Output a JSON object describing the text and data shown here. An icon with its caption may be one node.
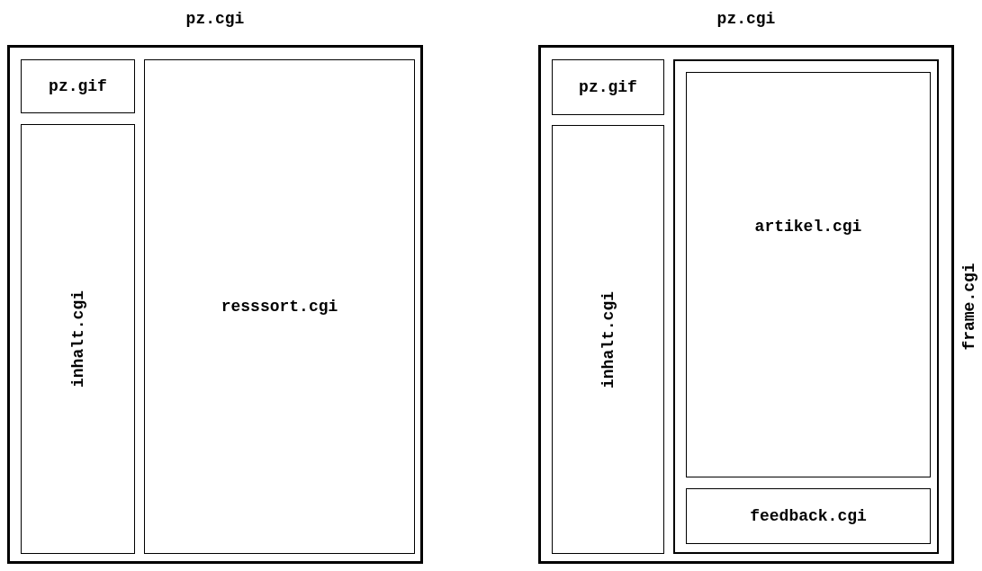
{
  "diagram": {
    "nodes": [
      {
        "text": [
          "pz.cgi"
        ]
      },
      {
        "text": [
          "pz.gif"
        ],
        "in": 0
      },
      {
        "text": [
          "inhalt.cgi"
        ],
        "in": 0
      },
      {
        "text": [
          "resssort.cgi"
        ],
        "in": 0
      },
      {
        "text": [
          "pz.cgi"
        ]
      },
      {
        "text": [
          "pz.gif"
        ],
        "in": 4
      },
      {
        "text": [
          "inhalt.cgi"
        ],
        "in": 4
      },
      {
        "text": [
          "frame.cgi"
        ],
        "in": 4
      },
      {
        "text": [
          "artikel.cgi"
        ],
        "in": 7
      },
      {
        "text": [
          "feedback.cgi"
        ],
        "in": 7
      }
    ]
  }
}
